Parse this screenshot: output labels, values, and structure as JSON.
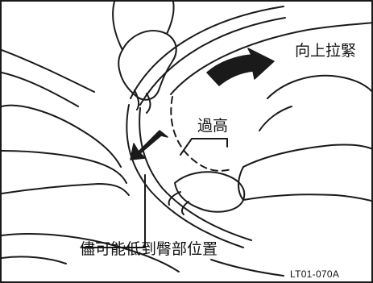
{
  "labels": {
    "pull_up": "向上拉緊",
    "too_high": "過高",
    "hip_position": "儘可能低到臀部位置",
    "figure_code": "LT01-070A"
  },
  "colors": {
    "line": "#1a1a1a",
    "arrow_fill": "#1a1a1a",
    "background": "#ffffff"
  }
}
